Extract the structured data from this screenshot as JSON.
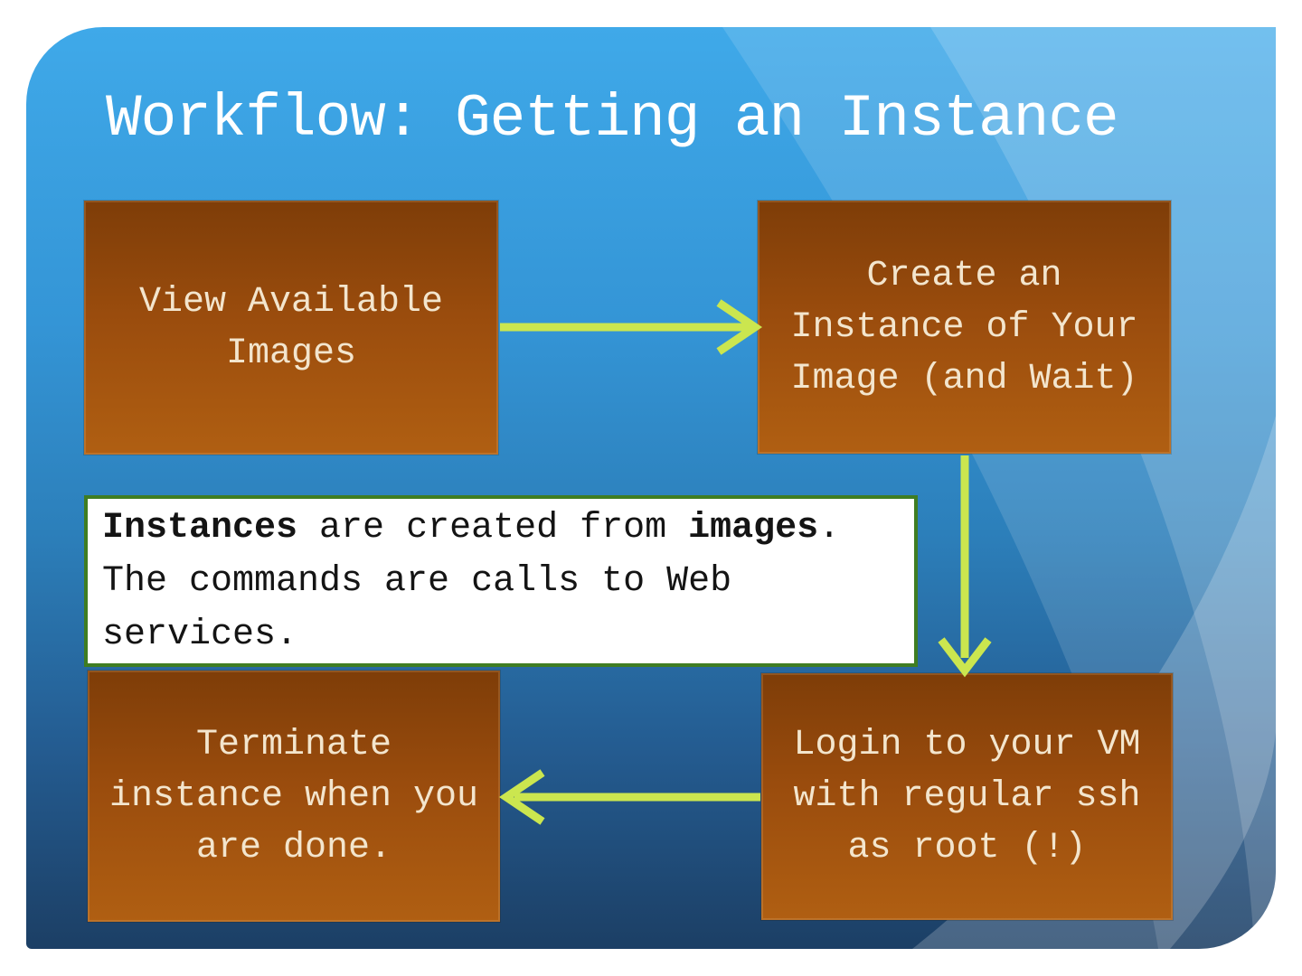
{
  "slide": {
    "title": "Workflow: Getting an Instance",
    "boxes": {
      "view_images": {
        "label": "View Available\nImages"
      },
      "create_instance": {
        "label": "Create an\nInstance of Your\nImage (and Wait)"
      },
      "terminate": {
        "label": "Terminate\ninstance when you\nare done."
      },
      "login": {
        "label": "Login to your VM\nwith regular ssh\nas root (!)"
      }
    },
    "note": {
      "seg_bold_1": "Instances",
      "seg_2": " are created from ",
      "seg_bold_3": "images",
      "seg_4": ". The commands are calls to Web services."
    },
    "arrows": [
      {
        "name": "view-to-create",
        "direction": "right"
      },
      {
        "name": "create-to-login",
        "direction": "down"
      },
      {
        "name": "login-to-terminate",
        "direction": "left"
      }
    ],
    "colors": {
      "background_top": "#3fa9e9",
      "background_upper_mid": "#3495d6",
      "background_mid": "#2c7fba",
      "background_lower_mid": "#245c91",
      "background_bottom": "#1c3f65",
      "box_fill_top": "#7e3d08",
      "box_fill_mid": "#9a4c0d",
      "box_fill_bottom": "#b05f12",
      "box_text": "#f3e5cd",
      "arrow": "#cbe64f",
      "note_border": "#3f7d22",
      "note_text": "#141414",
      "title_text": "#ffffff"
    }
  }
}
